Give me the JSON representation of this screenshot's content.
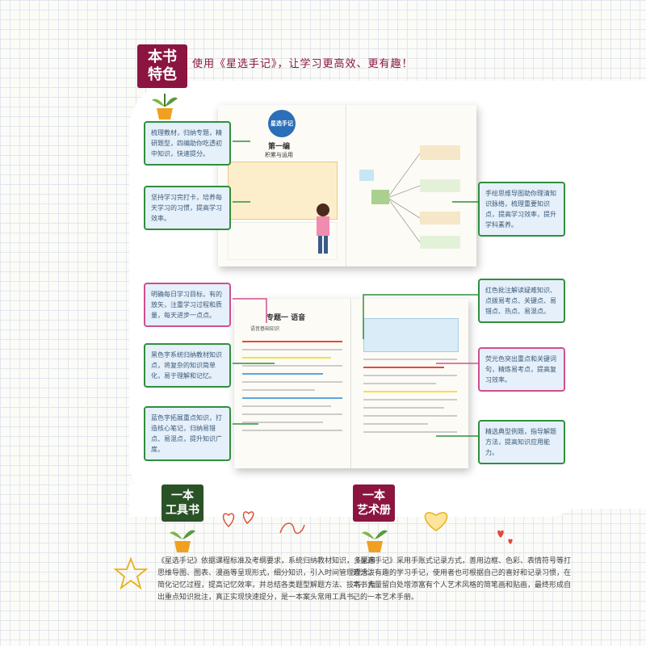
{
  "header": {
    "tag": "本书\n特色",
    "headline": "使用《星选手记》，让学习更高效、更有趣！"
  },
  "notes_left": [
    "梳理教材，归纳专题，精研题型，四编助你吃透初中知识，快速提分。",
    "坚持学习完打卡，培养每天学习的习惯，提高学习效率。",
    "明确每日学习目标，有的放矢，注重学习过程和质量，每天进步一点点。",
    "黑色字系统归纳教材知识点，将复杂的知识简单化，易于理解和记忆。",
    "蓝色字拓展重点知识，打造核心笔记，归纳易错点、易混点，提升知识广度。"
  ],
  "notes_right": [
    "手绘思维导图助你理清知识脉络，梳理重要知识点，提高学习效率，提升学科素养。",
    "红色批注解读疑难知识、点拨易考点、关键点、易错点、热点、易混点。",
    "荧光色突出重点和关键词句，精炼易考点，提高复习效率。",
    "精选典型例题，指导解题方法，提高知识应用能力。"
  ],
  "book1": {
    "logo": "星选手记",
    "section": "第一编",
    "subtitle": "积累与运用"
  },
  "book2": {
    "title": "专题一 语音",
    "subtitle": "语音基础知识"
  },
  "bottom_left": {
    "tag": "一本\n工具书",
    "text": "《星选手记》依据课程标准及考纲要求，系统归纳教材知识，多采用思维导图、图表、漫画等呈现形式，细分知识，引入时间管理理念，简化记忆过程，提高记忆效率，并总结各类题型解题方法、技巧，指出重点知识批注，真正实现快速提分，是一本案头常用工具书。"
  },
  "bottom_right": {
    "tag": "一本\n艺术册",
    "text": "《星选手记》采用手账式记录方式，善用边框、色彩、表情符号等打造活泼有趣的学习手记，使用者也可根据自己的喜好和记录习惯，在本书大量留白处增添富有个人艺术风格的简笔画和贴画，最终形成自己的一本艺术手册。"
  }
}
